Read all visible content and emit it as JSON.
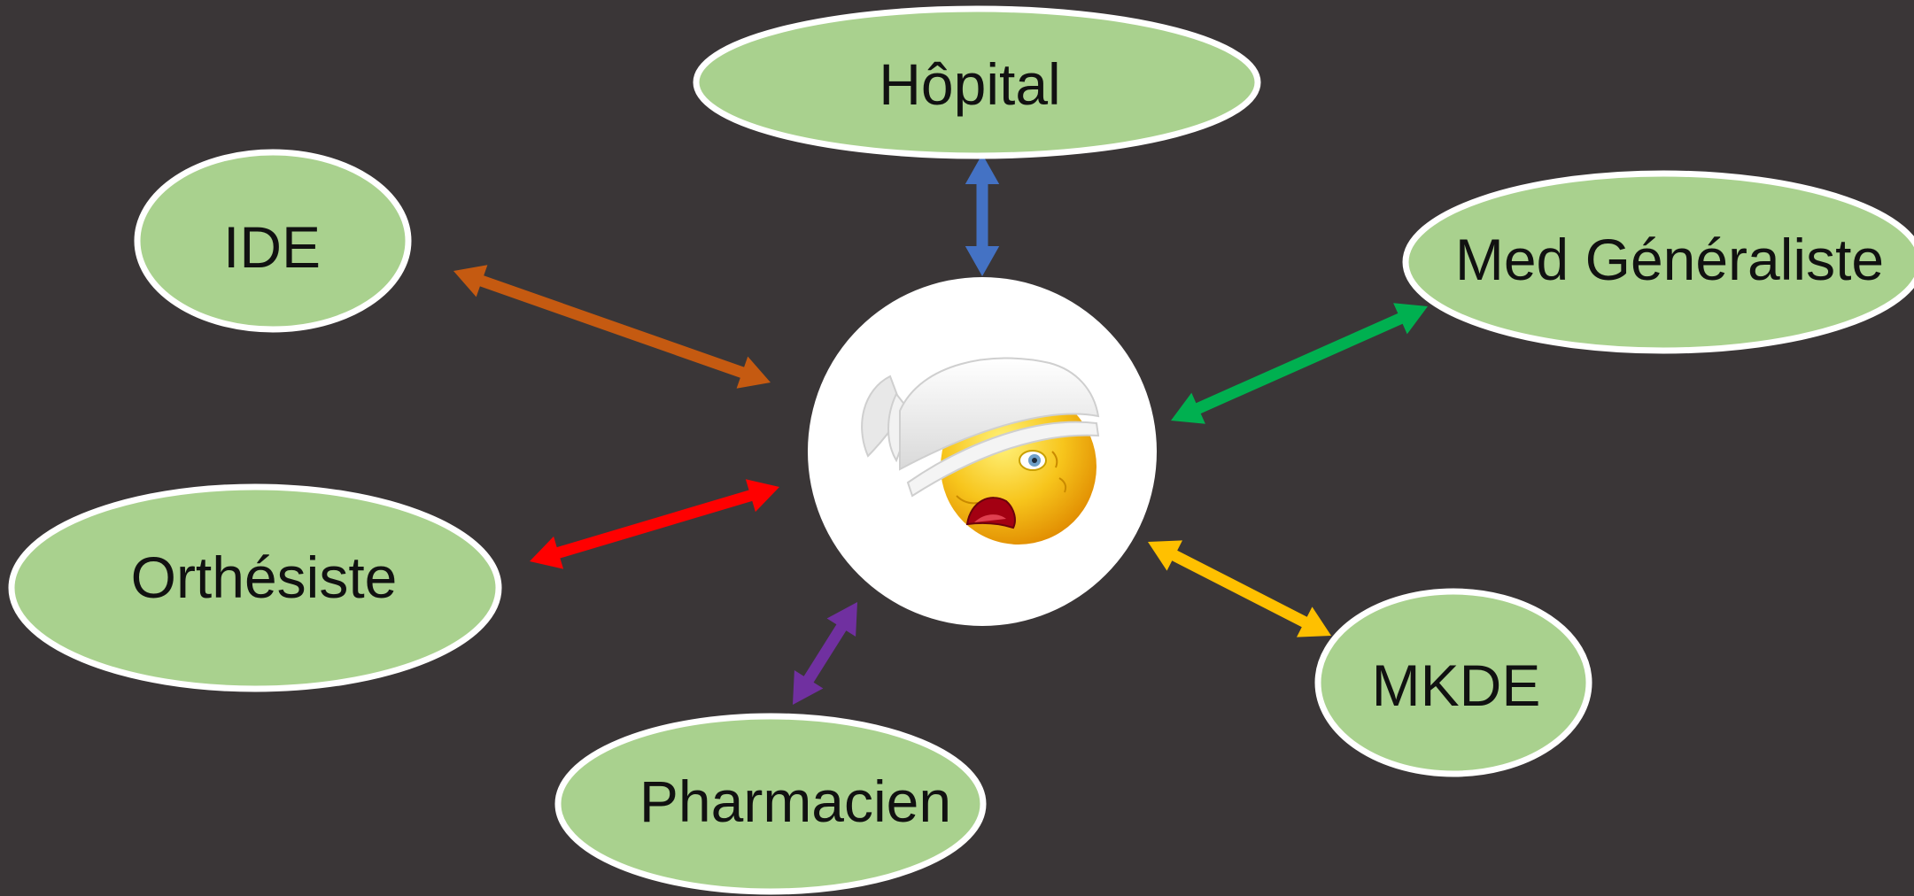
{
  "diagram": {
    "background_color": "#3a3637",
    "node_fill": "#a9d18e",
    "node_stroke": "#ffffff",
    "center": {
      "icon": "injured-smiley-icon"
    },
    "nodes": [
      {
        "id": "hopital",
        "label": "Hôpital",
        "arrow_color": "#4472c4"
      },
      {
        "id": "ide",
        "label": "IDE",
        "arrow_color": "#c55a11"
      },
      {
        "id": "med-generaliste",
        "label": "Med Généraliste",
        "arrow_color": "#00b050"
      },
      {
        "id": "orthesiste",
        "label": "Orthésiste",
        "arrow_color": "#ff0000"
      },
      {
        "id": "pharmacien",
        "label": "Pharmacien",
        "arrow_color": "#7030a0"
      },
      {
        "id": "mkde",
        "label": "MKDE",
        "arrow_color": "#ffc000"
      }
    ]
  }
}
